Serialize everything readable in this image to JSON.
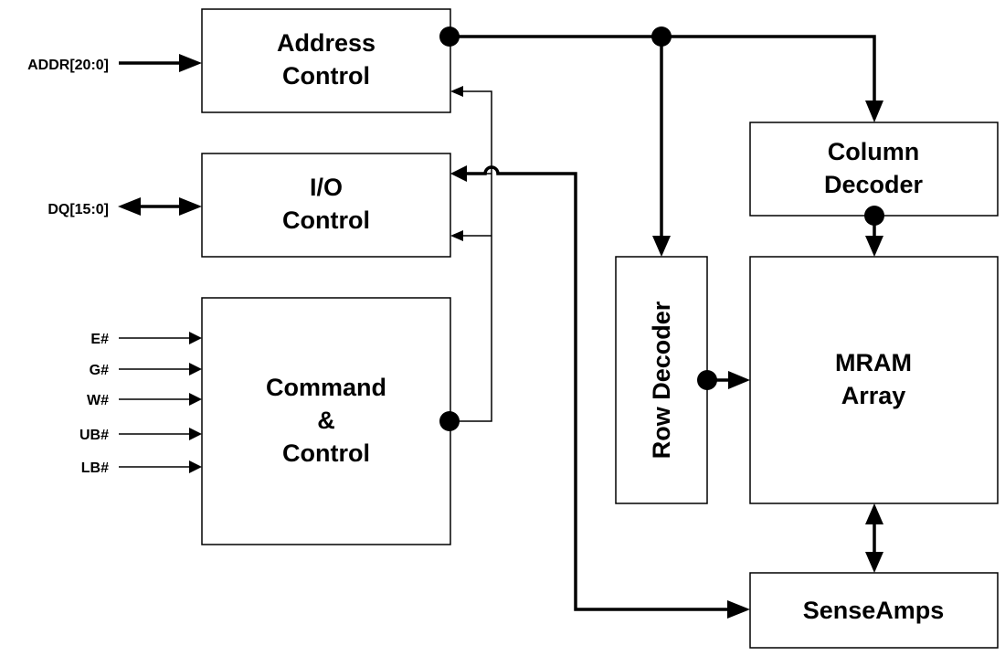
{
  "blocks": {
    "address_control": [
      "Address",
      "Control"
    ],
    "io_control": [
      "I/O",
      "Control"
    ],
    "command_control": [
      "Command",
      "&",
      "Control"
    ],
    "column_decoder": [
      "Column",
      "Decoder"
    ],
    "row_decoder": "Row Decoder",
    "mram_array": [
      "MRAM",
      "Array"
    ],
    "sense_amps": "SenseAmps"
  },
  "signals": {
    "addr": "ADDR[20:0]",
    "dq": "DQ[15:0]",
    "e": "E#",
    "g": "G#",
    "w": "W#",
    "ub": "UB#",
    "lb": "LB#"
  }
}
